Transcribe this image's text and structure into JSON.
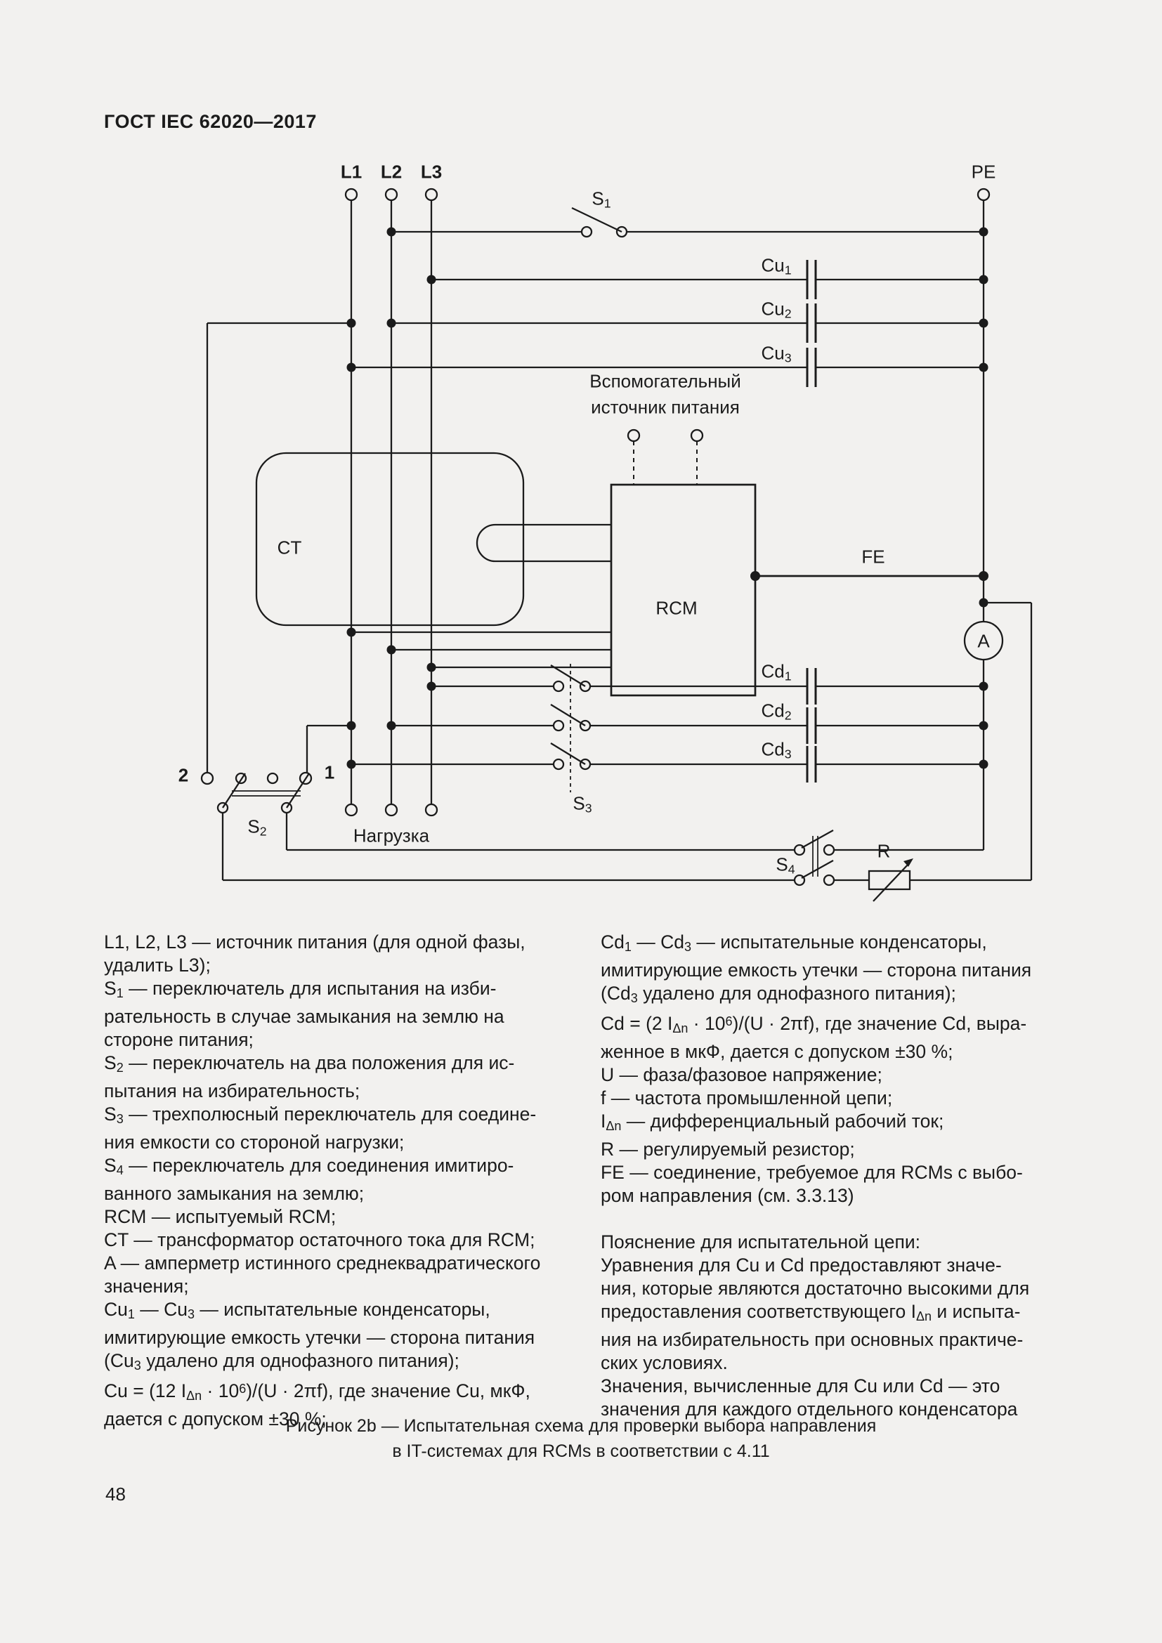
{
  "page": {
    "header": "ГОСТ IEC 62020—2017",
    "number": "48"
  },
  "diagram": {
    "labels": {
      "l1": "L1",
      "l2": "L2",
      "l3": "L3",
      "pe": "PE",
      "s1": "S_{1}",
      "s2": "S_{2}",
      "s3": "S_{3}",
      "s4": "S_{4}",
      "cu1": "Cu_{1}",
      "cu2": "Cu_{2}",
      "cu3": "Cu_{3}",
      "cd1": "Cd_{1}",
      "cd2": "Cd_{2}",
      "cd3": "Cd_{3}",
      "ct": "CT",
      "rcm": "RCM",
      "fe": "FE",
      "ammeter": "A",
      "resistor": "R",
      "load": "Нагрузка",
      "aux_line1": "Вспомогательный",
      "aux_line2": "источник питания",
      "pos2": "2",
      "pos1": "1"
    },
    "ink_color": "#1b1b1b",
    "background_color": "#f2f1ef"
  },
  "legend": {
    "left_lines": [
      "L1, L2, L3 — источник питания (для одной фазы,",
      "удалить L3);",
      "S_{1} — переключатель для испытания на изби-",
      "рательность в случае замыкания на землю на",
      "стороне питания;",
      "S_{2} — переключатель на два положения для ис-",
      "пытания на избирательность;",
      "S_{3} — трехполюсный переключатель для соедине-",
      "ния емкости со стороной нагрузки;",
      "S_{4} — переключатель для соединения имитиро-",
      "ванного замыкания на землю;",
      "RCM — испытуемый RCM;",
      "CT — трансформатор остаточного тока для RCM;",
      "A — амперметр истинного среднеквадратического",
      "значения;",
      "Cu_{1} — Cu_{3} — испытательные конденсаторы,",
      "имитирующие емкость утечки — сторона питания",
      "(Cu_{3} удалено для однофазного питания);",
      "Cu = (12 I_{Δn} · 10^{6})/(U · 2πf), где значение Cu, мкФ,",
      "дается с допуском ±30 %;"
    ],
    "right_lines": [
      "Cd_{1} — Cd_{3} — испытательные конденсаторы,",
      "имитирующие емкость утечки — сторона питания",
      "(Cd_{3} удалено для однофазного питания);",
      "Cd = (2 I_{Δn} · 10^{6})/(U · 2πf), где значение Cd, выра-",
      "женное в мкФ, дается с допуском ±30 %;",
      "U — фаза/фазовое напряжение;",
      "f — частота промышленной цепи;",
      "I_{Δn} — дифференциальный рабочий ток;",
      "R — регулируемый резистор;",
      "FE — соединение, требуемое для RCMs с выбо-",
      "ром направления (см. 3.3.13)",
      "",
      "Пояснение для испытательной цепи:",
      "Уравнения для Cu и Cd предоставляют значе-",
      "ния, которые являются достаточно высокими для",
      "предоставления соответствующего I_{Δn} и испыта-",
      "ния на избирательность при основных практиче-",
      "ских условиях.",
      "Значения, вычисленные для Cu или Cd — это",
      "значения для каждого отдельного конденсатора"
    ]
  },
  "caption": {
    "line1": "Рисунок 2b — Испытательная схема для проверки выбора направления",
    "line2": "в IT-системах для RCMs в соответствии с 4.11"
  }
}
